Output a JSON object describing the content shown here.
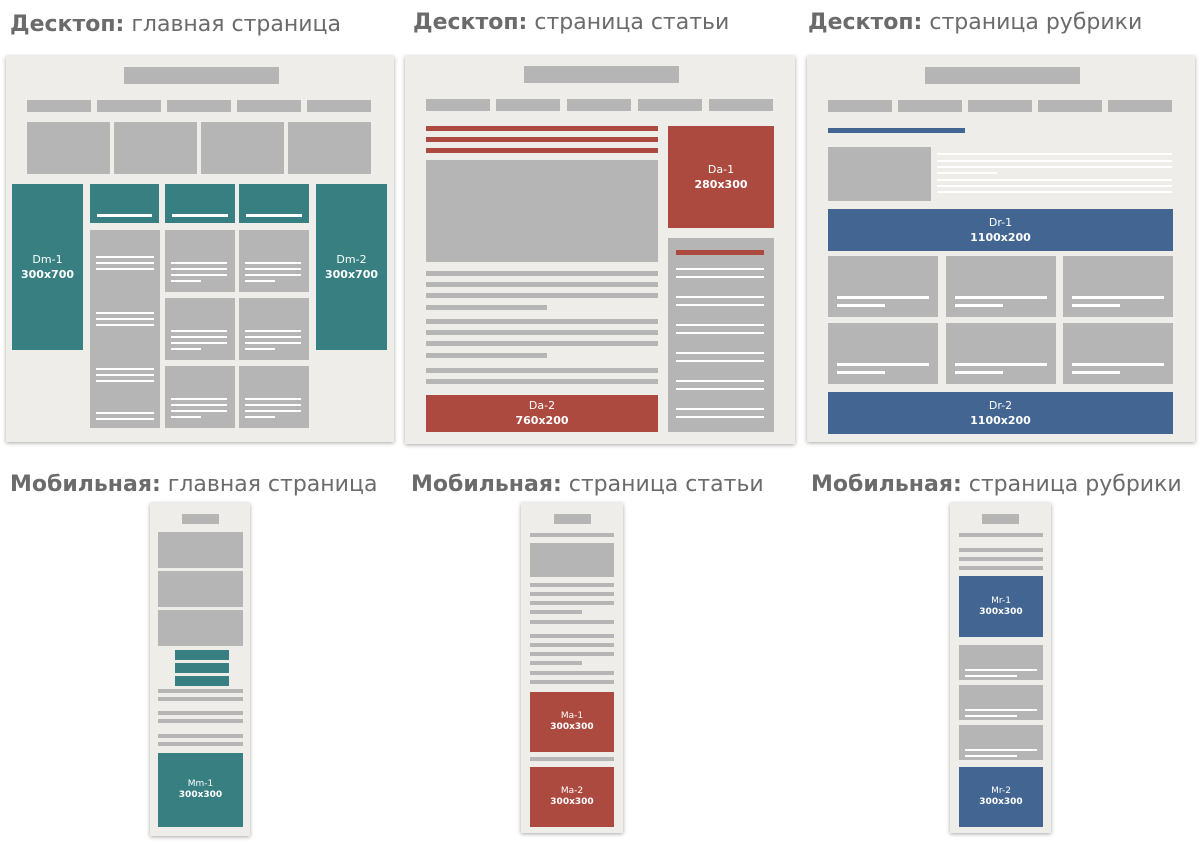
{
  "titles": {
    "desk_home": {
      "bold": "Десктоп:",
      "rest": " главная страница"
    },
    "desk_article": {
      "bold": "Десктоп:",
      "rest": " страница статьи"
    },
    "desk_rubric": {
      "bold": "Десктоп:",
      "rest": " страница рубрики"
    },
    "mob_home": {
      "bold": "Мобильная:",
      "rest": " главная страница"
    },
    "mob_article": {
      "bold": "Мобильная:",
      "rest": " страница статьи"
    },
    "mob_rubric": {
      "bold": "Мобильная:",
      "rest": " страница рубрики"
    }
  },
  "ads": {
    "dm1": {
      "name": "Dm-1",
      "size": "300x700"
    },
    "dm2": {
      "name": "Dm-2",
      "size": "300x700"
    },
    "da1": {
      "name": "Da-1",
      "size": "280x300"
    },
    "da2": {
      "name": "Da-2",
      "size": "760x200"
    },
    "dr1": {
      "name": "Dr-1",
      "size": "1100x200"
    },
    "dr2": {
      "name": "Dr-2",
      "size": "1100x200"
    },
    "mm1": {
      "name": "Mm-1",
      "size": "300x300"
    },
    "ma1": {
      "name": "Ma-1",
      "size": "300x300"
    },
    "ma2": {
      "name": "Ma-2",
      "size": "300x300"
    },
    "mr1": {
      "name": "Mr-1",
      "size": "300x300"
    },
    "mr2": {
      "name": "Mr-2",
      "size": "300x300"
    }
  },
  "colors": {
    "home": "#387f82",
    "article": "#ac4a3f",
    "rubric": "#426691",
    "placeholder": "#b5b5b5",
    "panel": "#efedea"
  }
}
